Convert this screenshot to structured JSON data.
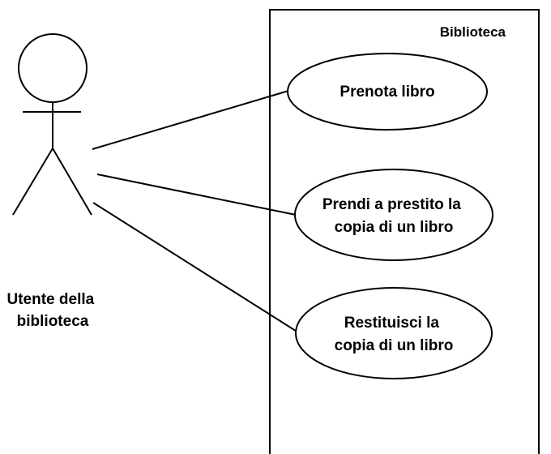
{
  "system": {
    "title": "Biblioteca"
  },
  "actor": {
    "label_lines": [
      "Utente della",
      "biblioteca"
    ]
  },
  "use_cases": [
    {
      "lines": [
        "Prenota libro"
      ]
    },
    {
      "lines": [
        "Prendi a prestito la",
        "copia di un libro"
      ]
    },
    {
      "lines": [
        "Restituisci la",
        "copia di un libro"
      ]
    }
  ],
  "colors": {
    "stroke": "#000000",
    "background": "#ffffff"
  }
}
